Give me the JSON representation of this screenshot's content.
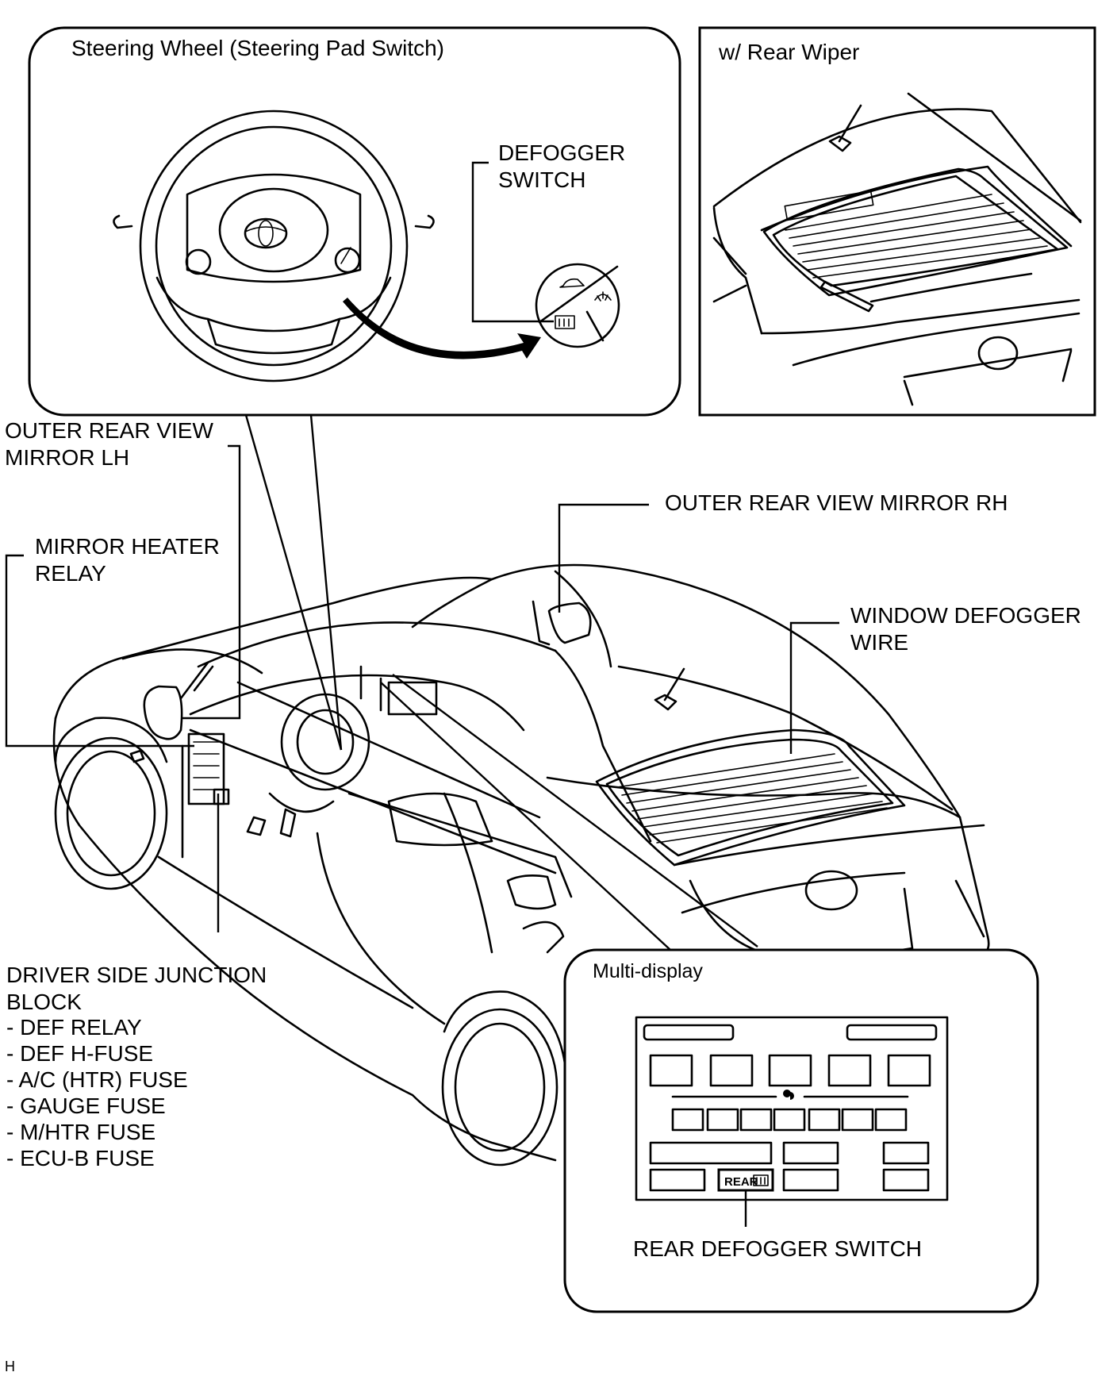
{
  "panels": {
    "steering": {
      "title": "Steering Wheel (Steering Pad Switch)"
    },
    "rear_wiper": {
      "title": "w/ Rear Wiper"
    },
    "multi_display": {
      "title": "Multi-display",
      "button_text": "REAR"
    }
  },
  "labels": {
    "defogger_switch": [
      "DEFOGGER",
      "SWITCH"
    ],
    "outer_mirror_lh": [
      "OUTER REAR VIEW",
      "MIRROR LH"
    ],
    "mirror_heater_relay": [
      "MIRROR HEATER",
      "RELAY"
    ],
    "outer_mirror_rh": "OUTER REAR VIEW MIRROR RH",
    "window_defogger_wire": [
      "WINDOW DEFOGGER",
      "WIRE"
    ],
    "driver_side_junction_block": [
      "DRIVER SIDE JUNCTION",
      "BLOCK"
    ],
    "junction_items": [
      "- DEF RELAY",
      "- DEF H-FUSE",
      "- A/C (HTR) FUSE",
      "- GAUGE FUSE",
      "- M/HTR FUSE",
      "- ECU-B FUSE"
    ],
    "rear_defogger_switch": "REAR DEFOGGER SWITCH"
  },
  "footer": {
    "code": "H"
  }
}
